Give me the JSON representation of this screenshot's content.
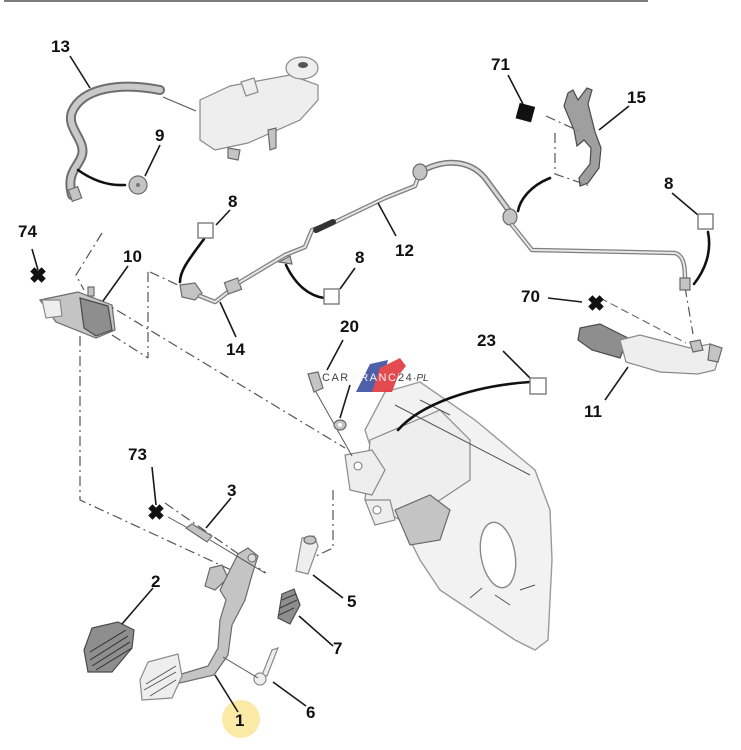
{
  "diagram": {
    "title": "Clutch pedal and hydraulic clutch control assembly - exploded parts diagram",
    "highlighted_part": "1",
    "highlight_color": "#fbe9a6",
    "watermark": {
      "text_left": "CAR",
      "text_brand": "FRANCE",
      "text_num": "24",
      "text_tail": "·PL",
      "colors": {
        "blue": "#3c4fa3",
        "white": "#ffffff",
        "red": "#e0383e"
      }
    },
    "callouts": [
      {
        "id": "13",
        "label": "13",
        "part": "reservoir-hose"
      },
      {
        "id": "9",
        "label": "9",
        "part": "grommet"
      },
      {
        "id": "71",
        "label": "71",
        "part": "fastener-filled-square",
        "marker": "filled-square"
      },
      {
        "id": "15",
        "label": "15",
        "part": "pipe-bracket"
      },
      {
        "id": "8a",
        "label": "8",
        "part": "clip",
        "marker": "open-square"
      },
      {
        "id": "8b",
        "label": "8",
        "part": "clip",
        "marker": "open-square"
      },
      {
        "id": "8c",
        "label": "8",
        "part": "clip",
        "marker": "open-square"
      },
      {
        "id": "12",
        "label": "12",
        "part": "clutch-pipe"
      },
      {
        "id": "74",
        "label": "74",
        "part": "fastener",
        "marker": "cross"
      },
      {
        "id": "10",
        "label": "10",
        "part": "master-cylinder"
      },
      {
        "id": "14",
        "label": "14",
        "part": "pipe-connector"
      },
      {
        "id": "20",
        "label": "20",
        "part": "nut-and-bolt"
      },
      {
        "id": "70",
        "label": "70",
        "part": "fastener",
        "marker": "cross"
      },
      {
        "id": "23",
        "label": "23",
        "part": "pedal-box-bracket",
        "marker": "open-square"
      },
      {
        "id": "11",
        "label": "11",
        "part": "slave-cylinder"
      },
      {
        "id": "73",
        "label": "73",
        "part": "fastener",
        "marker": "cross"
      },
      {
        "id": "3",
        "label": "3",
        "part": "pivot-sleeve"
      },
      {
        "id": "2",
        "label": "2",
        "part": "pedal-pad"
      },
      {
        "id": "5",
        "label": "5",
        "part": "pivot-pin"
      },
      {
        "id": "7",
        "label": "7",
        "part": "pedal-rubber"
      },
      {
        "id": "6",
        "label": "6",
        "part": "bolt"
      },
      {
        "id": "1",
        "label": "1",
        "part": "clutch-pedal"
      }
    ]
  }
}
